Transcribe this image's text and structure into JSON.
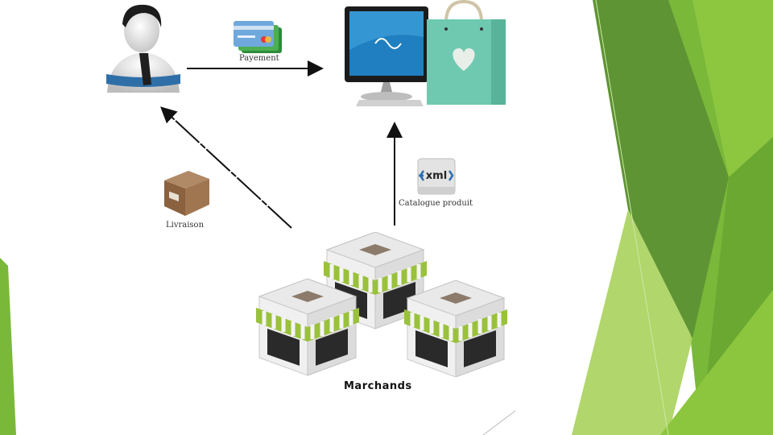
{
  "labels": {
    "payment": "Payement",
    "delivery": "Livraison",
    "catalog": "Catalogue produit",
    "merchants": "Marchands",
    "xml_badge": "xml"
  },
  "icons": {
    "customer": "user-avatar-icon",
    "card": "credit-card-icon",
    "computer": "desktop-computer-icon",
    "bag": "shopping-bag-icon",
    "box": "cardboard-box-icon",
    "xml": "xml-file-icon",
    "shop": "storefront-icon"
  },
  "colors": {
    "green_dark": "#5e9433",
    "green_mid": "#7ab83a",
    "green_light": "#a9d15b",
    "arrow": "#111111",
    "bag": "#6fc9b0"
  }
}
